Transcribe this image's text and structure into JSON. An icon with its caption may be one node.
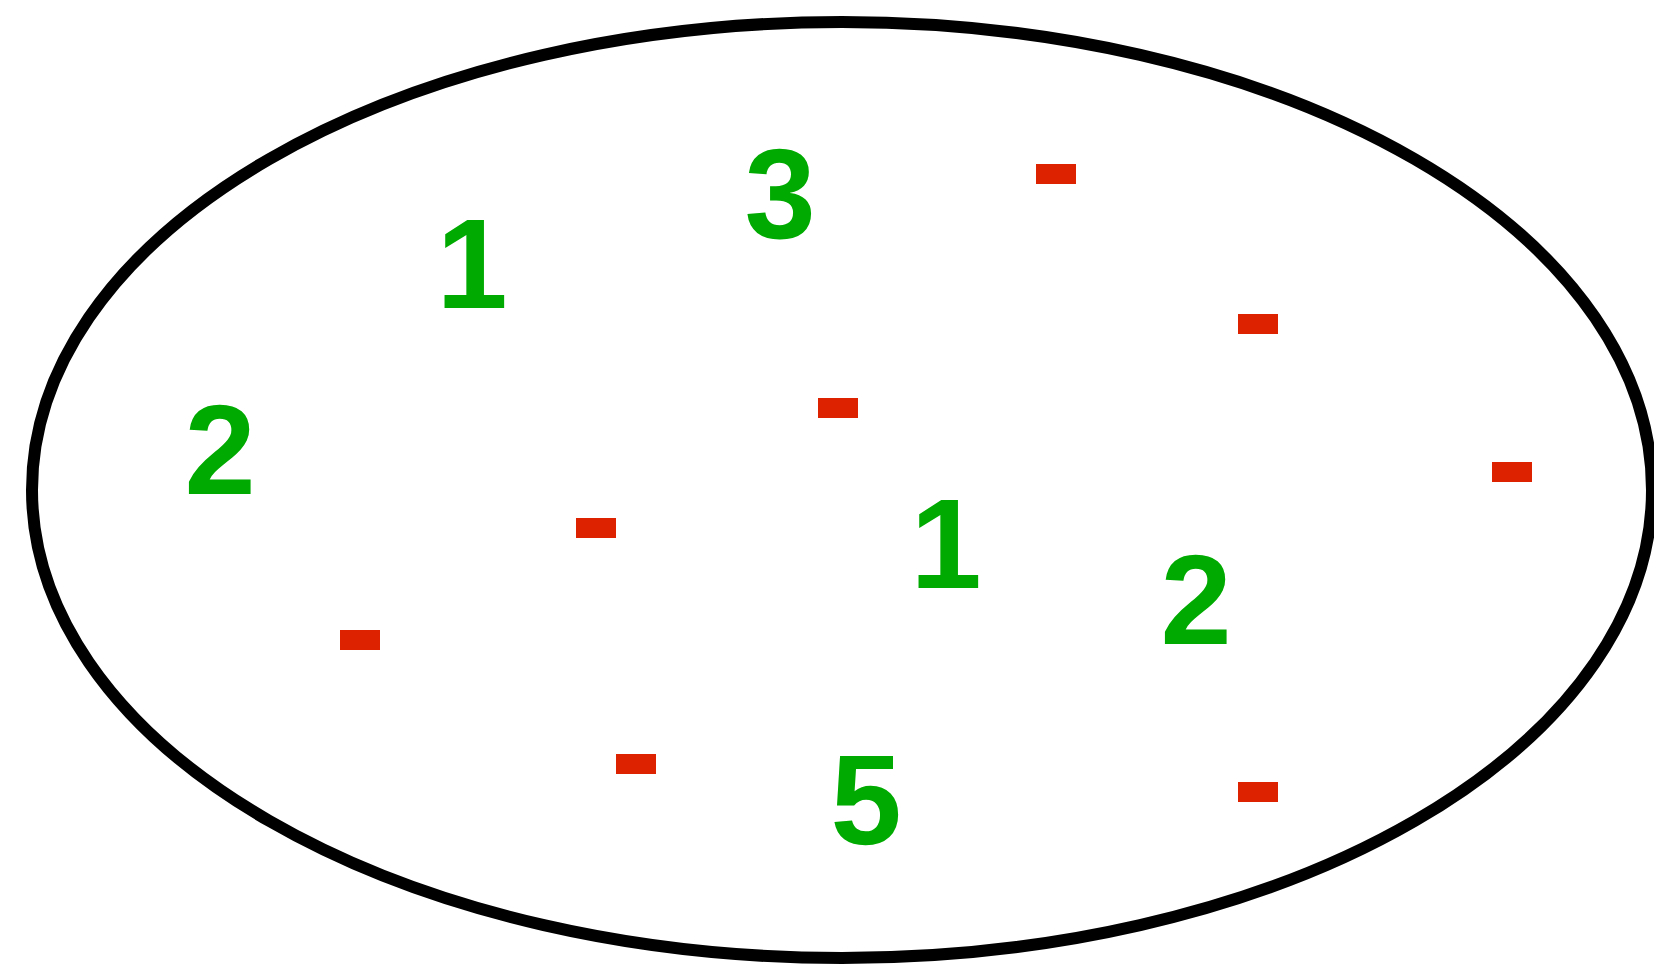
{
  "diagram": {
    "nodes": [
      {
        "text": [
          "3",
          "1",
          "2",
          "1",
          "2",
          "5"
        ]
      }
    ]
  }
}
